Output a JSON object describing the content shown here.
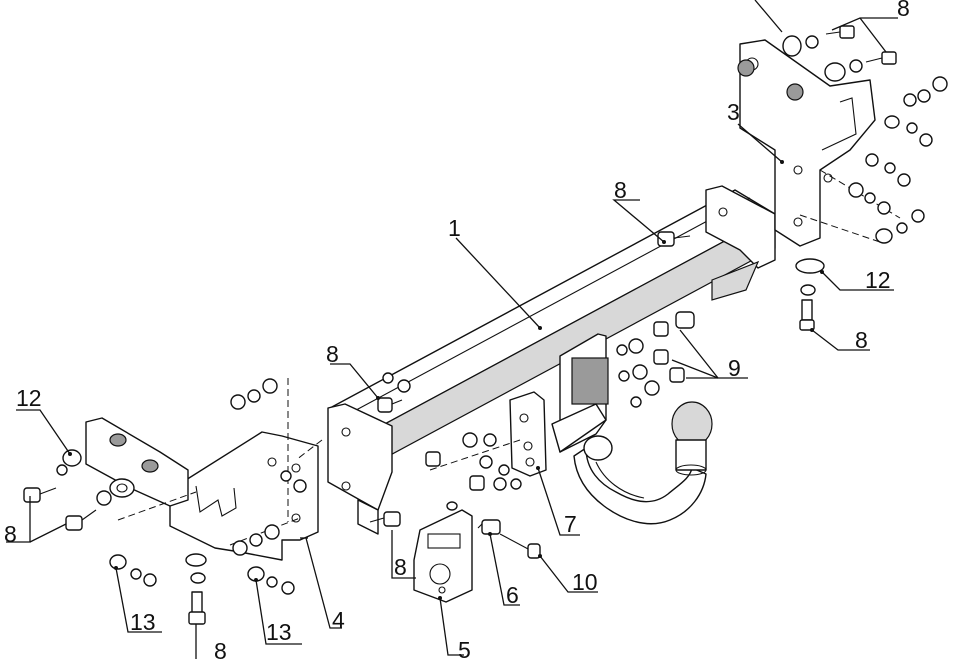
{
  "labels": {
    "l1": "1",
    "l3": "3",
    "l4": "4",
    "l5": "5",
    "l6": "6",
    "l7": "7",
    "l8_top": "8",
    "l8_bar": "8",
    "l8_rightbottom": "8",
    "l8_leftbar": "8",
    "l8_left": "8",
    "l8_mid": "8",
    "l8_bottom": "8",
    "l9": "9",
    "l10": "10",
    "l12_right": "12",
    "l12_left": "12",
    "l13_a": "13",
    "l13_b": "13"
  }
}
